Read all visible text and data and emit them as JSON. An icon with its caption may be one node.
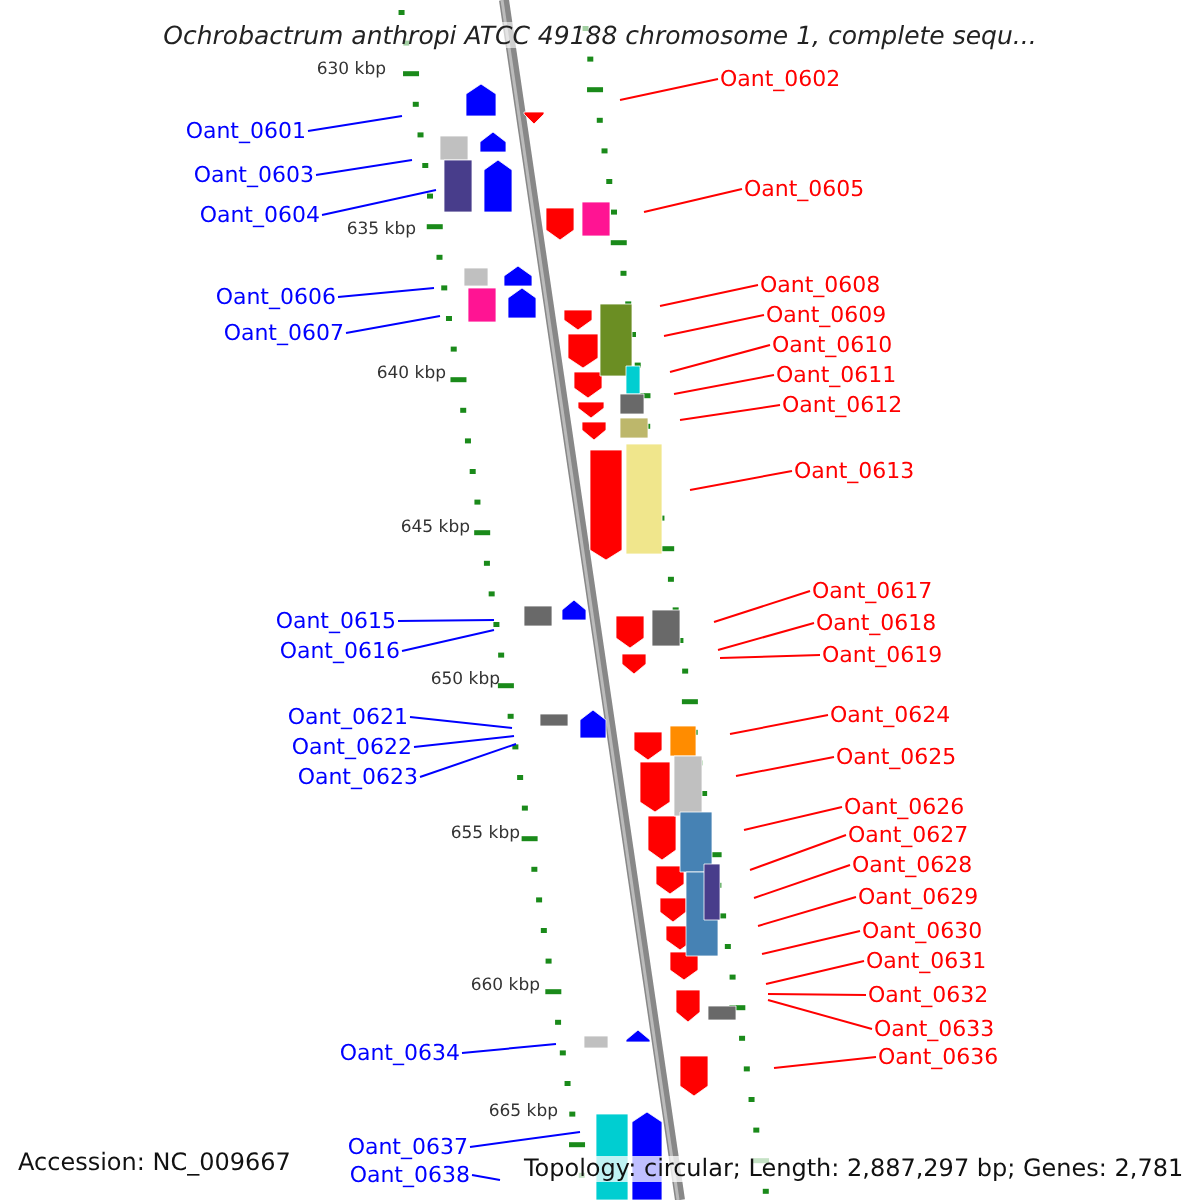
{
  "diagram": {
    "title": "Ochrobactrum anthropi ATCC 49188 chromosome 1, complete sequ...",
    "nodes": [
      {
        "text": [
          "Oant_0602"
        ]
      },
      {
        "text": [
          "Oant_0601"
        ]
      },
      {
        "text": [
          "Oant_0603"
        ]
      },
      {
        "text": [
          "Oant_0605"
        ]
      },
      {
        "text": [
          "Oant_0604"
        ]
      },
      {
        "text": [
          "Oant_0608"
        ]
      },
      {
        "text": [
          "Oant_0606"
        ]
      },
      {
        "text": [
          "Oant_0609"
        ]
      },
      {
        "text": [
          "Oant_0607"
        ]
      },
      {
        "text": [
          "Oant_0610"
        ]
      },
      {
        "text": [
          "Oant_0611"
        ]
      },
      {
        "text": [
          "Oant_0612"
        ]
      },
      {
        "text": [
          "Oant_0613"
        ]
      },
      {
        "text": [
          "Oant_0617"
        ]
      },
      {
        "text": [
          "Oant_0615"
        ]
      },
      {
        "text": [
          "Oant_0618"
        ]
      },
      {
        "text": [
          "Oant_0616"
        ]
      },
      {
        "text": [
          "Oant_0619"
        ]
      },
      {
        "text": [
          "Oant_0624"
        ]
      },
      {
        "text": [
          "Oant_0621"
        ]
      },
      {
        "text": [
          "Oant_0622"
        ]
      },
      {
        "text": [
          "Oant_0625"
        ]
      },
      {
        "text": [
          "Oant_0623"
        ]
      },
      {
        "text": [
          "Oant_0626"
        ]
      },
      {
        "text": [
          "Oant_0627"
        ]
      },
      {
        "text": [
          "Oant_0628"
        ]
      },
      {
        "text": [
          "Oant_0629"
        ]
      },
      {
        "text": [
          "Oant_0630"
        ]
      },
      {
        "text": [
          "Oant_0631"
        ]
      },
      {
        "text": [
          "Oant_0632"
        ]
      },
      {
        "text": [
          "Oant_0633"
        ]
      },
      {
        "text": [
          "Oant_0634"
        ]
      },
      {
        "text": [
          "Oant_0636"
        ]
      },
      {
        "text": [
          "Oant_0637"
        ]
      },
      {
        "text": [
          "Oant_0638"
        ]
      }
    ],
    "edges": [
      {
        "from": 0,
        "to": null,
        "arrow": "none"
      },
      {
        "from": 1,
        "to": null,
        "arrow": "none",
        "color": "#0000ff"
      },
      {
        "from": 2,
        "to": null,
        "arrow": "none",
        "color": "#0000ff"
      },
      {
        "from": 3,
        "to": null,
        "arrow": "none"
      },
      {
        "from": 4,
        "to": null,
        "arrow": "none",
        "color": "#0000ff"
      },
      {
        "from": 5,
        "to": null,
        "arrow": "none"
      },
      {
        "from": 6,
        "to": null,
        "arrow": "none",
        "color": "#0000ff"
      },
      {
        "from": 7,
        "to": null,
        "arrow": "none"
      },
      {
        "from": 8,
        "to": null,
        "arrow": "none",
        "color": "#0000ff"
      },
      {
        "from": 9,
        "to": null,
        "arrow": "none"
      },
      {
        "from": 10,
        "to": null,
        "arrow": "none"
      },
      {
        "from": 11,
        "to": null,
        "arrow": "none"
      },
      {
        "from": 12,
        "to": null,
        "arrow": "none"
      },
      {
        "from": 13,
        "to": null,
        "arrow": "none"
      },
      {
        "from": 14,
        "to": null,
        "arrow": "none",
        "color": "#0000ff"
      },
      {
        "from": 15,
        "to": null,
        "arrow": "none"
      },
      {
        "from": 16,
        "to": null,
        "arrow": "none",
        "color": "#0000ff"
      },
      {
        "from": 17,
        "to": null,
        "arrow": "none"
      },
      {
        "from": 18,
        "to": null,
        "arrow": "none"
      },
      {
        "from": 19,
        "to": null,
        "arrow": "none",
        "color": "#0000ff"
      },
      {
        "from": 20,
        "to": null,
        "arrow": "none",
        "color": "#0000ff"
      },
      {
        "from": 21,
        "to": null,
        "arrow": "none"
      },
      {
        "from": 22,
        "to": null,
        "arrow": "none",
        "color": "#0000ff"
      },
      {
        "from": 23,
        "to": null,
        "arrow": "none"
      },
      {
        "from": 24,
        "to": null,
        "arrow": "none"
      },
      {
        "from": 25,
        "to": null,
        "arrow": "none"
      },
      {
        "from": 26,
        "to": null,
        "arrow": "none"
      },
      {
        "from": 27,
        "to": null,
        "arrow": "none"
      },
      {
        "from": 28,
        "to": null,
        "arrow": "none"
      },
      {
        "from": 29,
        "to": null,
        "arrow": "none"
      },
      {
        "from": 30,
        "to": null,
        "arrow": "none"
      },
      {
        "from": 31,
        "to": null,
        "arrow": "none",
        "color": "#0000ff"
      },
      {
        "from": 32,
        "to": null,
        "arrow": "none"
      },
      {
        "from": 33,
        "to": null,
        "arrow": "none",
        "color": "#0000ff"
      },
      {
        "from": 34,
        "to": null,
        "arrow": "none",
        "color": "#0000ff"
      }
    ],
    "labels": [
      "630 kbp",
      "635 kbp",
      "640 kbp",
      "645 kbp",
      "650 kbp",
      "655 kbp",
      "660 kbp",
      "665 kbp",
      "Accession: NC_009667",
      "Topology: circular; Length: 2,887,297 bp; Genes: 2,781"
    ]
  }
}
